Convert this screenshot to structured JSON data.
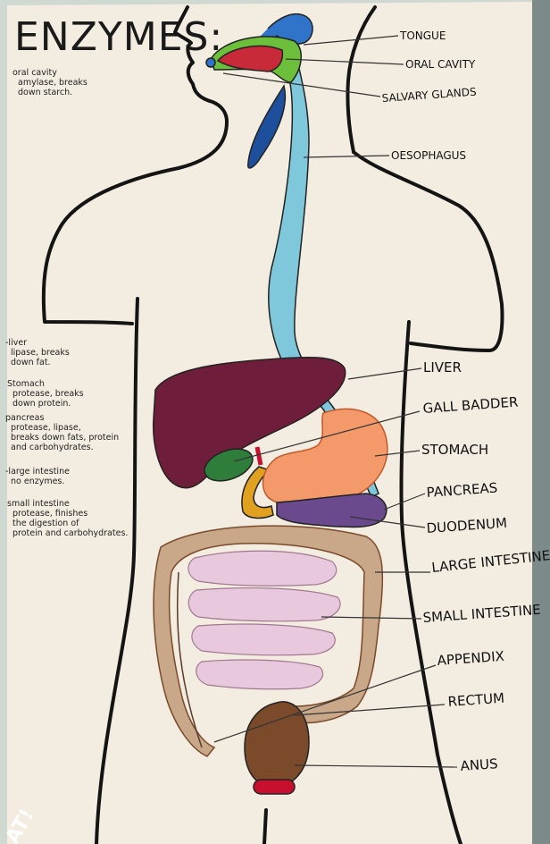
{
  "poster": {
    "title": "ENZYMES:",
    "colors": {
      "paper": "#f3ece0",
      "outline": "#141414",
      "tongue": "#c92a3a",
      "oral_cavity": "#6bbf3a",
      "salivary": "#2f74c8",
      "oesophagus": "#7fc8dc",
      "liver": "#6e1e3a",
      "gall_bladder": "#2e7d3a",
      "stomach": "#f49a6a",
      "pancreas": "#6a4a8c",
      "duodenum": "#e0a020",
      "large_intestine": "#c9a88a",
      "small_intestine": "#e8c8dc",
      "rectum": "#7a4a2a",
      "anus": "#c8102e"
    },
    "notes": [
      {
        "lines": [
          "oral cavity",
          "amylase, breaks",
          "down starch."
        ]
      },
      {
        "lines": [
          "-liver",
          "lipase, breaks",
          "down fat."
        ]
      },
      {
        "lines": [
          "Stomach",
          "protease, breaks",
          "down protein."
        ]
      },
      {
        "lines": [
          "pancreas",
          "protease, lipase,",
          "breaks down fats, protein",
          "and carbohydrates."
        ]
      },
      {
        "lines": [
          "-large intestine",
          "no enzymes."
        ]
      },
      {
        "lines": [
          "small intestine",
          "protease, finishes",
          "the digestion of",
          "protein and carbohydrates."
        ]
      }
    ],
    "labels": [
      {
        "key": "tongue",
        "text": "TONGUE"
      },
      {
        "key": "oral_cavity",
        "text": "ORAL CAVITY"
      },
      {
        "key": "salivary_glands",
        "text": "SALVARY GLANDS"
      },
      {
        "key": "oesophagus",
        "text": "OESOPHAGUS"
      },
      {
        "key": "liver",
        "text": "LIVER"
      },
      {
        "key": "gall_bladder",
        "text": "GALL BADDER"
      },
      {
        "key": "stomach",
        "text": "STOMACH"
      },
      {
        "key": "pancreas",
        "text": "PANCREAS"
      },
      {
        "key": "duodenum",
        "text": "DUODENUM"
      },
      {
        "key": "large_intestine",
        "text": "LARGE INTESTINE"
      },
      {
        "key": "small_intestine",
        "text": "SMALL INTESTINE"
      },
      {
        "key": "appendix",
        "text": "APPENDIX"
      },
      {
        "key": "rectum",
        "text": "RECTUM"
      },
      {
        "key": "anus",
        "text": "ANUS"
      }
    ]
  }
}
